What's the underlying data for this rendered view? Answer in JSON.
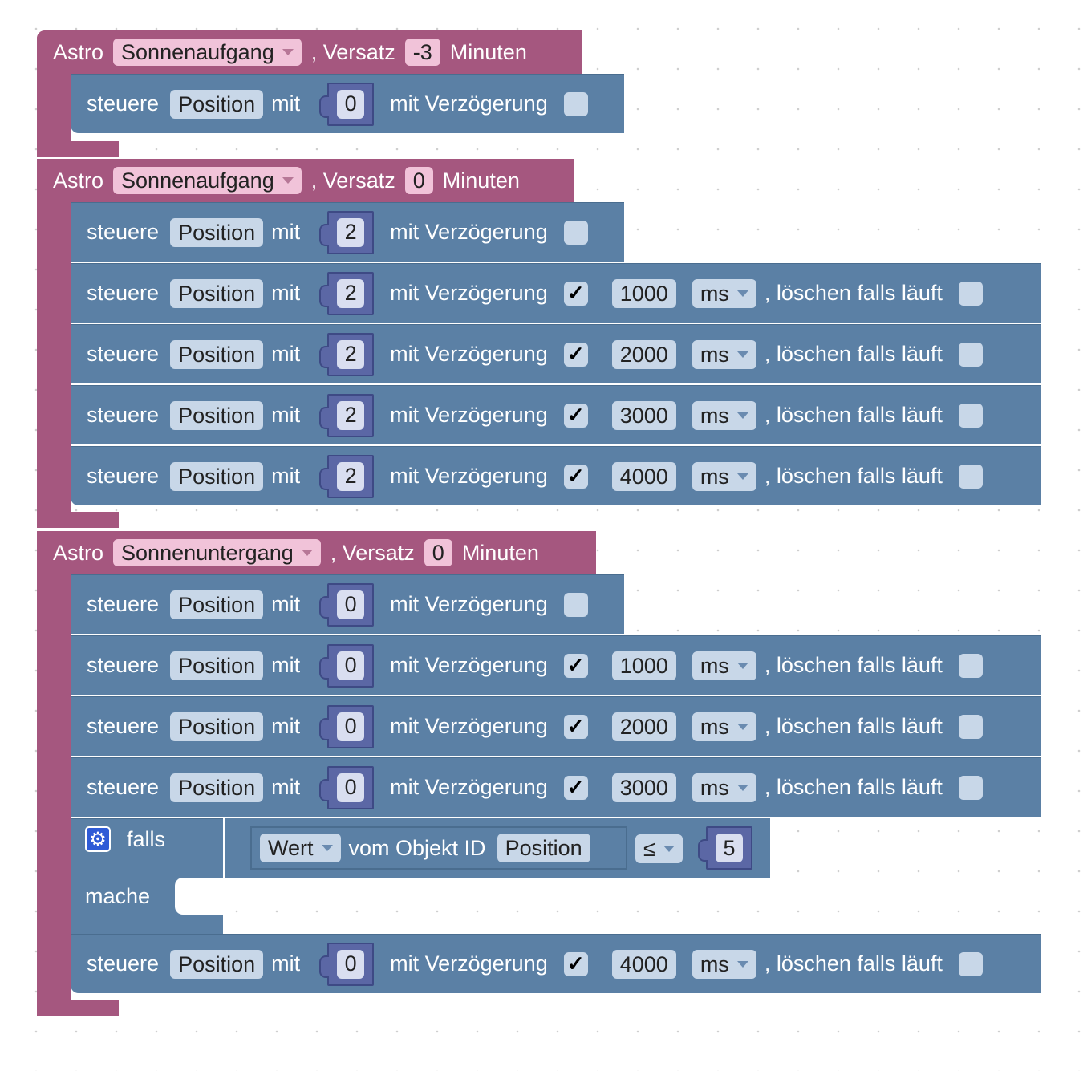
{
  "astro_blocks": [
    {
      "label": "Astro",
      "event": "Sonnenaufgang",
      "offset_label": ", Versatz",
      "offset": "-3",
      "unit": "Minuten",
      "actions": [
        {
          "verb": "steuere",
          "target": "Position",
          "with": "mit",
          "value": "0",
          "delay_label": "mit Verzögerung",
          "delay": false
        }
      ]
    },
    {
      "label": "Astro",
      "event": "Sonnenaufgang",
      "offset_label": ", Versatz",
      "offset": "0",
      "unit": "Minuten",
      "actions": [
        {
          "verb": "steuere",
          "target": "Position",
          "with": "mit",
          "value": "2",
          "delay_label": "mit Verzögerung",
          "delay": false
        },
        {
          "verb": "steuere",
          "target": "Position",
          "with": "mit",
          "value": "2",
          "delay_label": "mit Verzögerung",
          "delay": true,
          "delay_ms": "1000",
          "unit": "ms",
          "clear_label": ", löschen falls läuft"
        },
        {
          "verb": "steuere",
          "target": "Position",
          "with": "mit",
          "value": "2",
          "delay_label": "mit Verzögerung",
          "delay": true,
          "delay_ms": "2000",
          "unit": "ms",
          "clear_label": ", löschen falls läuft"
        },
        {
          "verb": "steuere",
          "target": "Position",
          "with": "mit",
          "value": "2",
          "delay_label": "mit Verzögerung",
          "delay": true,
          "delay_ms": "3000",
          "unit": "ms",
          "clear_label": ", löschen falls läuft"
        },
        {
          "verb": "steuere",
          "target": "Position",
          "with": "mit",
          "value": "2",
          "delay_label": "mit Verzögerung",
          "delay": true,
          "delay_ms": "4000",
          "unit": "ms",
          "clear_label": ", löschen falls läuft"
        }
      ]
    },
    {
      "label": "Astro",
      "event": "Sonnenuntergang",
      "offset_label": ", Versatz",
      "offset": "0",
      "unit": "Minuten",
      "actions": [
        {
          "verb": "steuere",
          "target": "Position",
          "with": "mit",
          "value": "0",
          "delay_label": "mit Verzögerung",
          "delay": false
        },
        {
          "verb": "steuere",
          "target": "Position",
          "with": "mit",
          "value": "0",
          "delay_label": "mit Verzögerung",
          "delay": true,
          "delay_ms": "1000",
          "unit": "ms",
          "clear_label": ", löschen falls läuft"
        },
        {
          "verb": "steuere",
          "target": "Position",
          "with": "mit",
          "value": "0",
          "delay_label": "mit Verzögerung",
          "delay": true,
          "delay_ms": "2000",
          "unit": "ms",
          "clear_label": ", löschen falls läuft"
        },
        {
          "verb": "steuere",
          "target": "Position",
          "with": "mit",
          "value": "0",
          "delay_label": "mit Verzögerung",
          "delay": true,
          "delay_ms": "3000",
          "unit": "ms",
          "clear_label": ", löschen falls läuft"
        }
      ],
      "if_block": {
        "if_label": "falls",
        "do_label": "mache",
        "condition": {
          "property": "Wert",
          "of_label": "vom Objekt ID",
          "object": "Position",
          "operator": "≤",
          "compare_value": "5"
        }
      },
      "final_action": {
        "verb": "steuere",
        "target": "Position",
        "with": "mit",
        "value": "0",
        "delay_label": "mit Verzögerung",
        "delay": true,
        "delay_ms": "4000",
        "unit": "ms",
        "clear_label": ", löschen falls läuft"
      }
    }
  ],
  "check_glyph": "✓",
  "gear_glyph": "⚙",
  "colors": {
    "astro": "#a5577f",
    "action": "#5b80a5",
    "number": "#5b67a5"
  }
}
